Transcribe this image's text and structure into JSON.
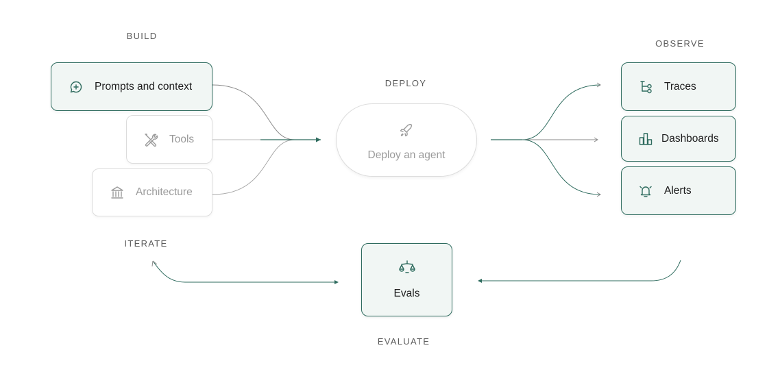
{
  "sections": {
    "build": "BUILD",
    "deploy": "DEPLOY",
    "observe": "OBSERVE",
    "iterate": "ITERATE",
    "evaluate": "EVALUATE"
  },
  "build_items": [
    {
      "label": "Prompts and context",
      "icon": "chat-plus-icon",
      "state": "active"
    },
    {
      "label": "Tools",
      "icon": "tools-icon",
      "state": "muted"
    },
    {
      "label": "Architecture",
      "icon": "bank-icon",
      "state": "muted"
    }
  ],
  "deploy": {
    "label": "Deploy an agent",
    "icon": "rocket-icon"
  },
  "observe_items": [
    {
      "label": "Traces",
      "icon": "git-branch-icon"
    },
    {
      "label": "Dashboards",
      "icon": "bar-chart-icon"
    },
    {
      "label": "Alerts",
      "icon": "bell-icon"
    }
  ],
  "evals": {
    "label": "Evals",
    "icon": "scale-icon"
  },
  "colors": {
    "accent": "#2e6b5e",
    "active_bg": "#f1f6f4",
    "muted_text": "#9a9a9a",
    "muted_border": "#dcdcdc",
    "label_text": "#5b5b5b"
  }
}
